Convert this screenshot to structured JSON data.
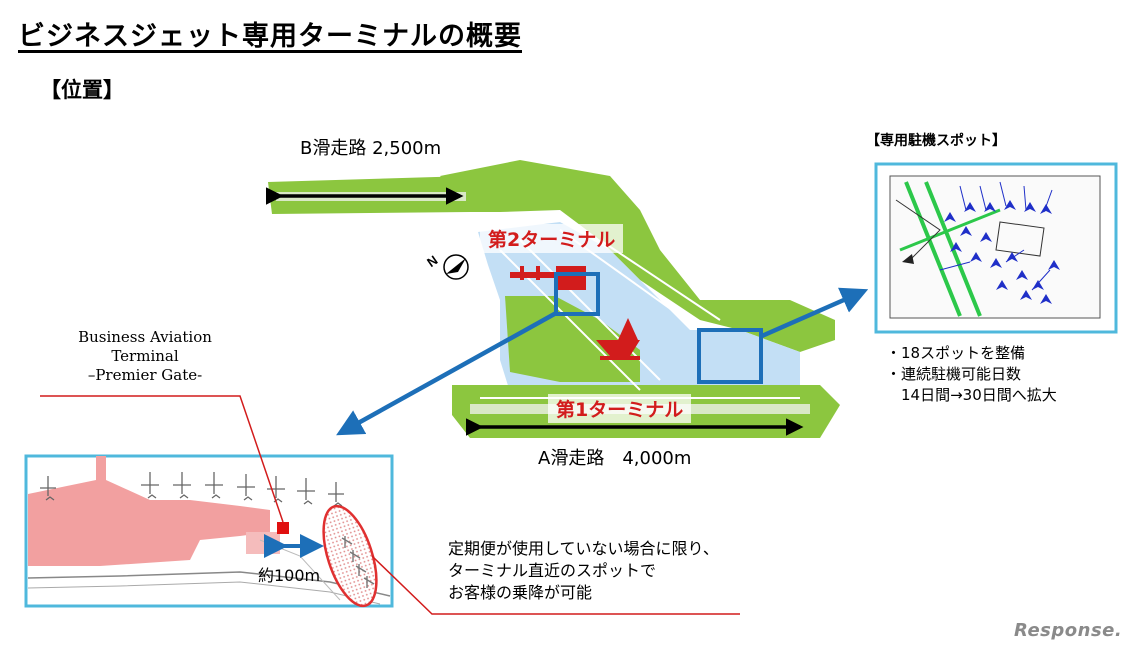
{
  "title": "ビジネスジェット専用ターミナルの概要",
  "section_label": "【位置】",
  "runway_b": "B滑走路 2,500m",
  "runway_a": "A滑走路　4,000m",
  "terminal_2": "第2ターミナル",
  "terminal_1": "第1ターミナル",
  "business_aviation": {
    "line1": "Business Aviation",
    "line2": "Terminal",
    "line3": "–Premier Gate-"
  },
  "spot_title": "【専用駐機スポット】",
  "notes": {
    "line1": "・18スポットを整備",
    "line2": "・連続駐機可能日数",
    "line3": "　14日間→30日間へ拡大"
  },
  "distance": "約100m",
  "remark": {
    "line1": "定期便が使用していない場合に限り、",
    "line2": "ターミナル直近のスポットで",
    "line3": "お客様の乗降が可能"
  },
  "watermark": "Response.",
  "colors": {
    "callout_frame": "#4fb8dc",
    "blue_arrow": "#1d6fb8",
    "terminal_red": "#d21c1c",
    "airfield_green": "#8cc63f",
    "apron_blue": "#c3dff5"
  }
}
